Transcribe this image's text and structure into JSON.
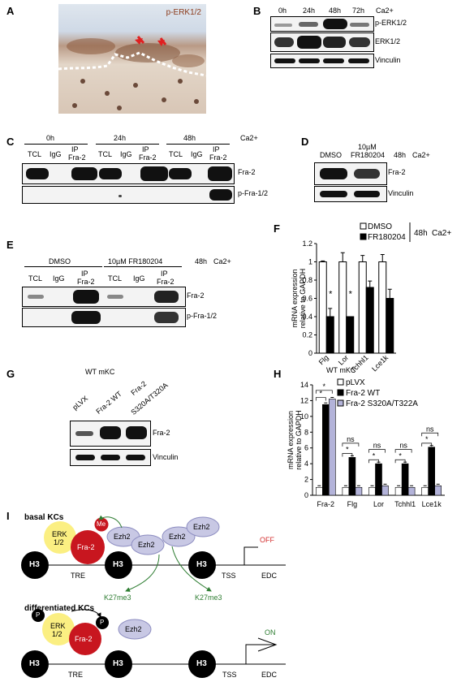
{
  "panels": {
    "A": {
      "letter": "A",
      "stain": "p-ERK1/2"
    },
    "B": {
      "letter": "B",
      "lanes": [
        "0h",
        "24h",
        "48h",
        "72h"
      ],
      "condition": "Ca2+",
      "rows": [
        "p-ERK1/2",
        "ERK1/2",
        "Vinculin"
      ]
    },
    "C": {
      "letter": "C",
      "groups": [
        "0h",
        "24h",
        "48h"
      ],
      "condition": "Ca2+",
      "lanes": [
        "TCL",
        "IgG",
        "IP",
        "Fra-2"
      ],
      "rows": [
        "Fra-2",
        "p-Fra-1/2"
      ]
    },
    "D": {
      "letter": "D",
      "lanes": [
        "DMSO",
        "10µM",
        "FR180204"
      ],
      "time": "48h",
      "condition": "Ca2+",
      "rows": [
        "Fra-2",
        "Vinculin"
      ]
    },
    "E": {
      "letter": "E",
      "groups": [
        "DMSO",
        "10µM FR180204"
      ],
      "time": "48h",
      "condition": "Ca2+",
      "lanes": [
        "TCL",
        "IgG",
        "IP",
        "Fra-2"
      ],
      "rows": [
        "Fra-2",
        "p-Fra-1/2"
      ]
    },
    "F": {
      "letter": "F",
      "legend": [
        "DMSO",
        "FR180204"
      ],
      "time": "48h",
      "condition": "Ca2+",
      "star": "*"
    },
    "G": {
      "letter": "G",
      "title": "WT mKC",
      "lanes": [
        "pLVX",
        "Fra-2 WT",
        "Fra-2",
        "S320A/T320A"
      ],
      "rows": [
        "Fra-2",
        "Vinculin"
      ]
    },
    "H": {
      "letter": "H",
      "title": "WT mKC",
      "legend": [
        "pLVX",
        "Fra-2 WT",
        "Fra-2 S320A/T322A"
      ],
      "sig": [
        "*",
        "ns",
        "*",
        "ns",
        "*",
        "ns",
        "*",
        "ns",
        "*"
      ]
    },
    "I": {
      "letter": "I",
      "basal": {
        "title": "basal KCs",
        "erk": "ERK",
        "erk2": "1/2",
        "fra": "Fra-2",
        "me": "Me",
        "ezh": "Ezh2",
        "h3": "H3",
        "tre": "TRE",
        "tss": "TSS",
        "edc": "EDC",
        "off": "OFF",
        "k27": "K27me3"
      },
      "diff": {
        "title": "differentiated KCs",
        "erk": "ERK",
        "erk2": "1/2",
        "fra": "Fra-2",
        "p": "P",
        "ezh": "Ezh2",
        "h3": "H3",
        "tre": "TRE",
        "tss": "TSS",
        "edc": "EDC",
        "on": "ON"
      }
    }
  },
  "chart_data": [
    {
      "type": "bar",
      "panel": "F",
      "categories": [
        "Flg",
        "Lor",
        "Tchhl1",
        "Lce1k"
      ],
      "series": [
        {
          "name": "DMSO",
          "values": [
            1.0,
            1.0,
            1.0,
            1.0
          ]
        },
        {
          "name": "FR180204",
          "values": [
            0.4,
            0.4,
            0.72,
            0.6
          ]
        }
      ],
      "ylabel": "mRNA expression relative to GAPDH",
      "ylim": [
        0,
        1.2
      ],
      "yticks": [
        "0",
        "0.2",
        "0.4",
        "0.6",
        "0.8",
        "1",
        "1.2"
      ]
    },
    {
      "type": "bar",
      "panel": "H",
      "categories": [
        "Fra-2",
        "Flg",
        "Lor",
        "Tchhl1",
        "Lce1k"
      ],
      "series": [
        {
          "name": "pLVX",
          "values": [
            1,
            1,
            1,
            1,
            1
          ]
        },
        {
          "name": "Fra-2 WT",
          "values": [
            11.5,
            4.8,
            4.0,
            4.0,
            6.1
          ]
        },
        {
          "name": "Fra-2 S320A/T322A",
          "values": [
            12.2,
            1.0,
            1.2,
            1.0,
            1.2
          ]
        }
      ],
      "ylabel": "mRNA expression relative to GAPDH",
      "ylim": [
        0,
        14
      ],
      "yticks": [
        "0",
        "2",
        "4",
        "6",
        "8",
        "10",
        "12",
        "14"
      ]
    }
  ]
}
